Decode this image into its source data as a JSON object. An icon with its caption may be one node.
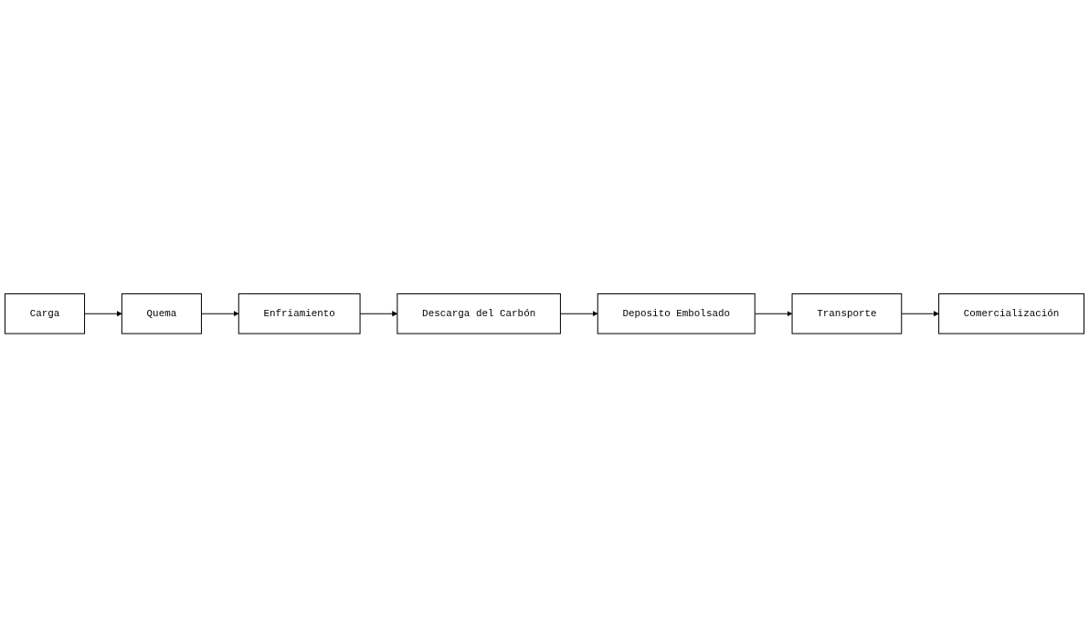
{
  "diagram": {
    "nodes": [
      {
        "text": [
          "Carga"
        ]
      },
      {
        "text": [
          "Quema"
        ]
      },
      {
        "text": [
          "Enfriamiento"
        ]
      },
      {
        "text": [
          "Descarga del Carbón"
        ]
      },
      {
        "text": [
          "Deposito Embolsado"
        ]
      },
      {
        "text": [
          "Transporte"
        ]
      },
      {
        "text": [
          "Comercialización"
        ]
      }
    ],
    "edges": [
      {
        "from": 0,
        "to": 1,
        "arrow": "to"
      },
      {
        "from": 1,
        "to": 2,
        "arrow": "to"
      },
      {
        "from": 2,
        "to": 3,
        "arrow": "to"
      },
      {
        "from": 3,
        "to": 4,
        "arrow": "to"
      },
      {
        "from": 4,
        "to": 5,
        "arrow": "to"
      },
      {
        "from": 5,
        "to": 6,
        "arrow": "to"
      }
    ]
  }
}
